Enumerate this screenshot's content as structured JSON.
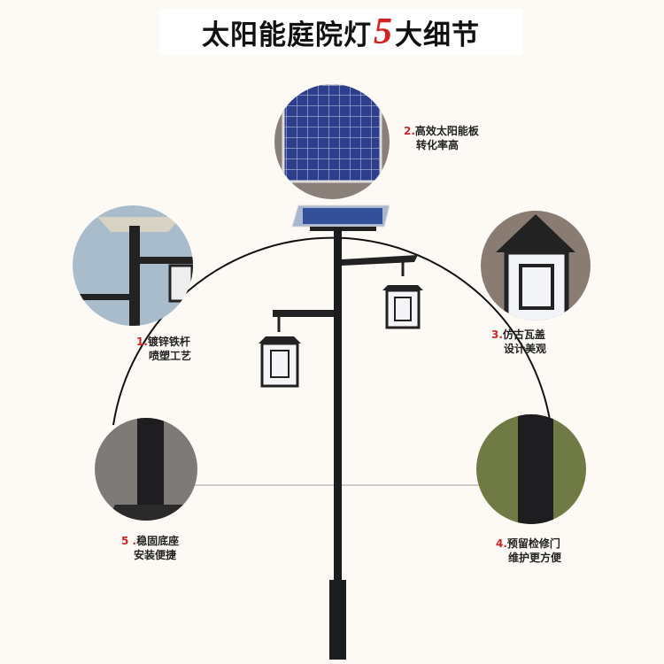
{
  "title": {
    "before": "太阳能庭院灯",
    "number": "5",
    "after": "大细节"
  },
  "features": [
    {
      "num": "1.",
      "line1": "镀锌铁杆",
      "line2": "喷塑工艺"
    },
    {
      "num": "2.",
      "line1": "高效太阳能板",
      "line2": "转化率高"
    },
    {
      "num": "3.",
      "line1": "仿古瓦盖",
      "line2": "设计美观"
    },
    {
      "num": "4.",
      "line1": "预留检修门",
      "line2": "维护更方便"
    },
    {
      "num": "5 .",
      "line1": "稳固底座",
      "line2": "安装便捷"
    }
  ],
  "colors": {
    "accent": "#c8262a",
    "pole": "#1a1c1e",
    "panel": "#2b3f8a"
  }
}
